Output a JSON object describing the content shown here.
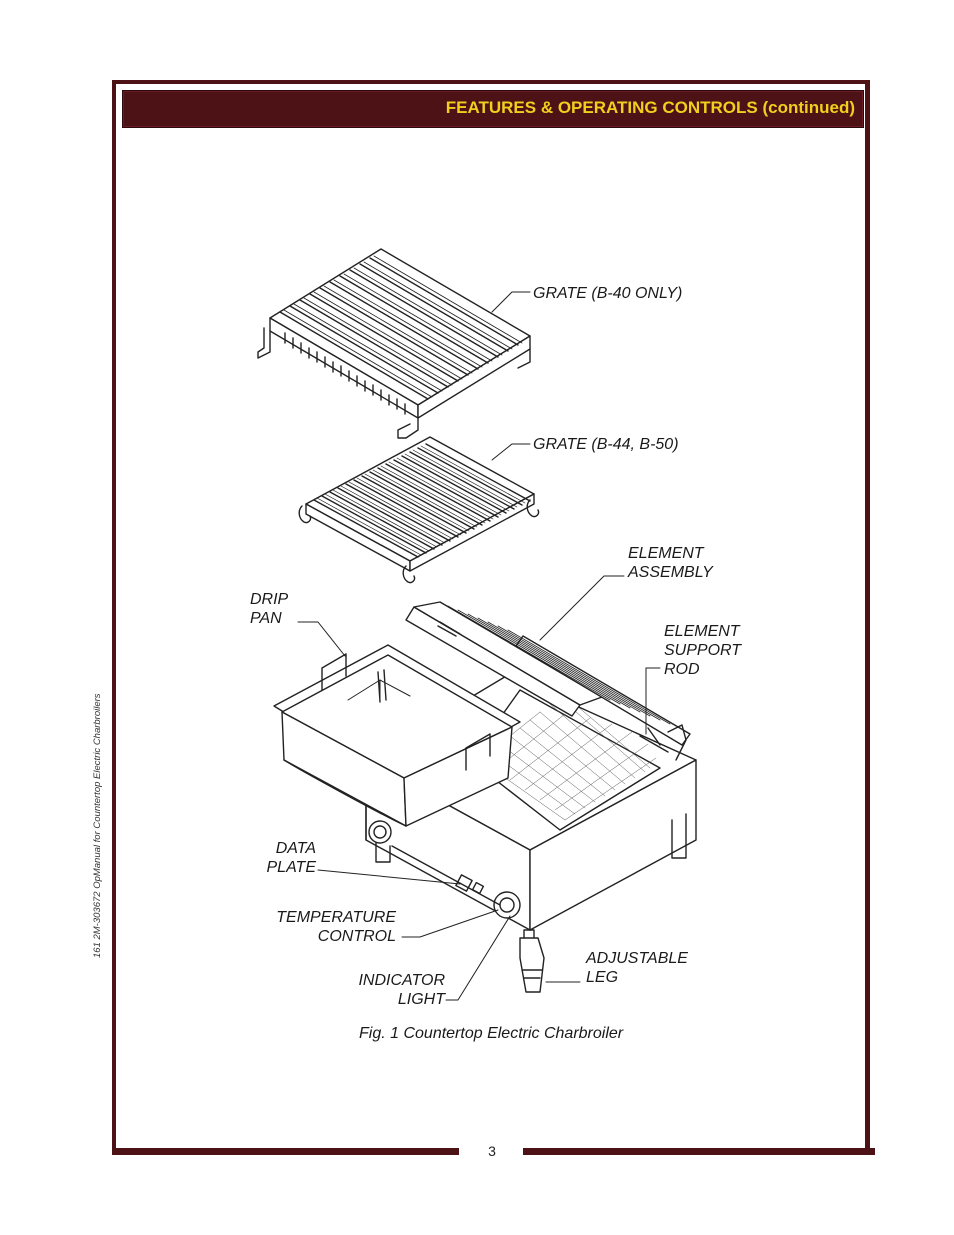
{
  "header": {
    "title": "FEATURES & OPERATING CONTROLS (continued)"
  },
  "side_note": "161 2M-303672  OpManual for Countertop Electric Charbroilers",
  "figure": {
    "caption": "Fig. 1  Countertop Electric Charbroiler",
    "callouts": {
      "grate_b40": "GRATE (B-40 ONLY)",
      "grate_b44": "GRATE (B-44, B-50)",
      "element_assembly": [
        "ELEMENT",
        "ASSEMBLY"
      ],
      "drip_pan": [
        "DRIP",
        "PAN"
      ],
      "element_support_rod": [
        "ELEMENT",
        "SUPPORT",
        "ROD"
      ],
      "data_plate": [
        "DATA",
        "PLATE"
      ],
      "temperature_control": [
        "TEMPERATURE",
        "CONTROL"
      ],
      "adjustable_leg": [
        "ADJUSTABLE",
        "LEG"
      ],
      "indicator_light": [
        "INDICATOR",
        "LIGHT"
      ]
    }
  },
  "page_number": "3",
  "colors": {
    "frame": "#4d1216",
    "header_text": "#f2cf1e"
  }
}
